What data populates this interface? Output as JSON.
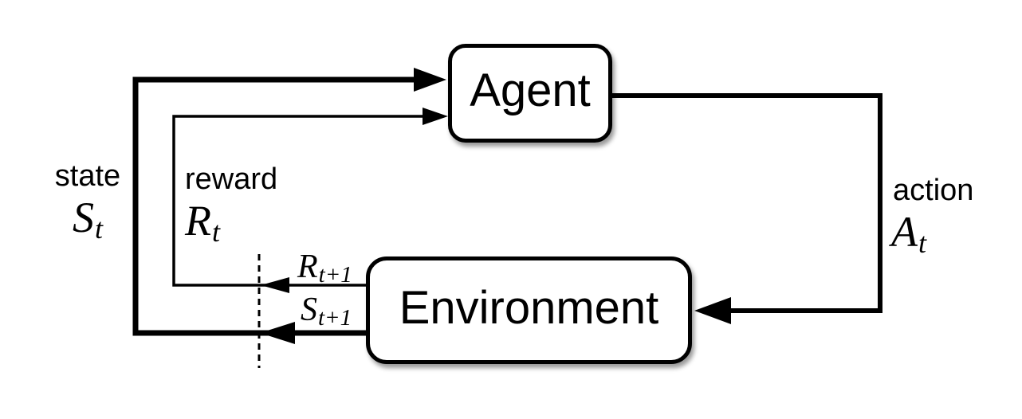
{
  "diagram": {
    "nodes": {
      "agent": {
        "label": "Agent"
      },
      "environment": {
        "label": "Environment"
      }
    },
    "edges": {
      "state": {
        "word": "state",
        "symbol": "S",
        "subscript": "t"
      },
      "reward": {
        "word": "reward",
        "symbol": "R",
        "subscript": "t"
      },
      "action": {
        "word": "action",
        "symbol": "A",
        "subscript": "t"
      },
      "next_reward": {
        "symbol": "R",
        "subscript": "t+1"
      },
      "next_state": {
        "symbol": "S",
        "subscript": "t+1"
      }
    },
    "colors": {
      "ink": "#000000",
      "box_fill": "#ffffff",
      "background": "#ffffff"
    }
  }
}
